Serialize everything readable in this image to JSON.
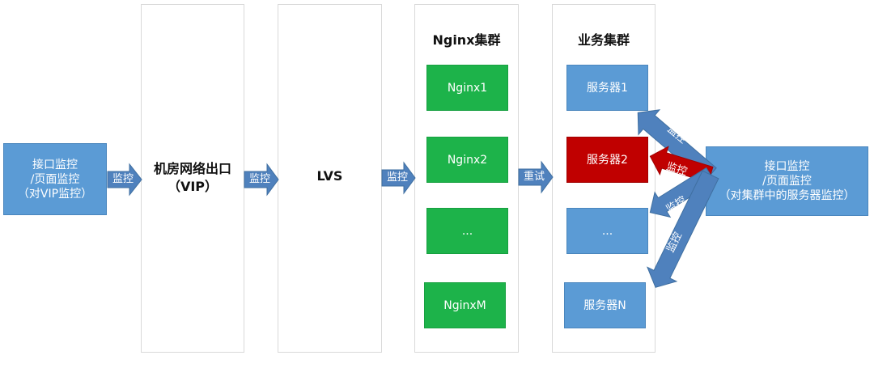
{
  "left_box": {
    "lines": [
      "接口监控",
      "/页面监控",
      "（对VIP监控）"
    ]
  },
  "right_box": {
    "lines": [
      "接口监控",
      "/页面监控",
      "（对集群中的服务器监控）"
    ]
  },
  "columns": {
    "idc": {
      "lines": [
        "机房网络出口",
        "（VIP）"
      ]
    },
    "lvs": {
      "label": "LVS"
    },
    "nginx": {
      "title": "Nginx集群",
      "nodes": [
        "Nginx1",
        "Nginx2",
        "...",
        "NginxM"
      ]
    },
    "biz": {
      "title": "业务集群",
      "nodes": [
        "服务器1",
        "服务器2",
        "...",
        "服务器N"
      ]
    }
  },
  "arrows": {
    "a1": "监控",
    "a2": "监控",
    "a3": "监控",
    "a4": "重试",
    "m1": "监控",
    "m2": "监控",
    "m3": "监控",
    "m4": "监控"
  },
  "colors": {
    "blue": "#5b9bd5",
    "arrow_blue": "#4f81bd",
    "green": "#1db34a",
    "red": "#c00000"
  }
}
